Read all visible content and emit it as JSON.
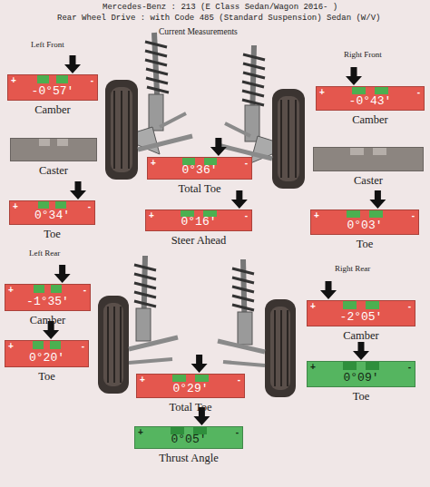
{
  "diagram": {
    "title": "Mercedes-Benz : 213 (E Class Sedan/Wagon 2016- )",
    "nodes": [
      {
        "text": [
          "-0°57′",
          "+",
          "-",
          "Camber"
        ]
      },
      {
        "text": [
          "-0°43′",
          "+",
          "-",
          "Camber"
        ]
      },
      {
        "text": [
          "Caster"
        ]
      },
      {
        "text": [
          "0°36′",
          "+",
          "-",
          "Total Toe"
        ]
      },
      {
        "text": [
          "Caster"
        ]
      },
      {
        "text": [
          "0°34′",
          "+",
          "-",
          "Toe"
        ]
      },
      {
        "text": [
          "0°16′",
          "+",
          "-",
          "Steer Ahead"
        ]
      },
      {
        "text": [
          "0°03′",
          "+",
          "-",
          "Toe"
        ]
      },
      {
        "text": [
          "-1°35′",
          "+",
          "-",
          "Camber"
        ]
      },
      {
        "text": [
          "-2°05′",
          "+",
          "-",
          "Camber"
        ]
      },
      {
        "text": [
          "0°20′",
          "+",
          "-",
          "Toe"
        ]
      },
      {
        "text": [
          "0°09′",
          "+",
          "-",
          "Toe"
        ]
      },
      {
        "text": [
          "0°29′",
          "+",
          "-",
          "Total Toe"
        ]
      },
      {
        "text": [
          "0°05′",
          "+",
          "-",
          "Thrust Angle"
        ]
      }
    ],
    "labels": [
      "Rear Wheel Drive : with Code 485 (Standard Suspension) Sedan (W/V)",
      "Current Measurements",
      "Left Front",
      "Right Front",
      "Left Rear",
      "Right Rear"
    ]
  }
}
